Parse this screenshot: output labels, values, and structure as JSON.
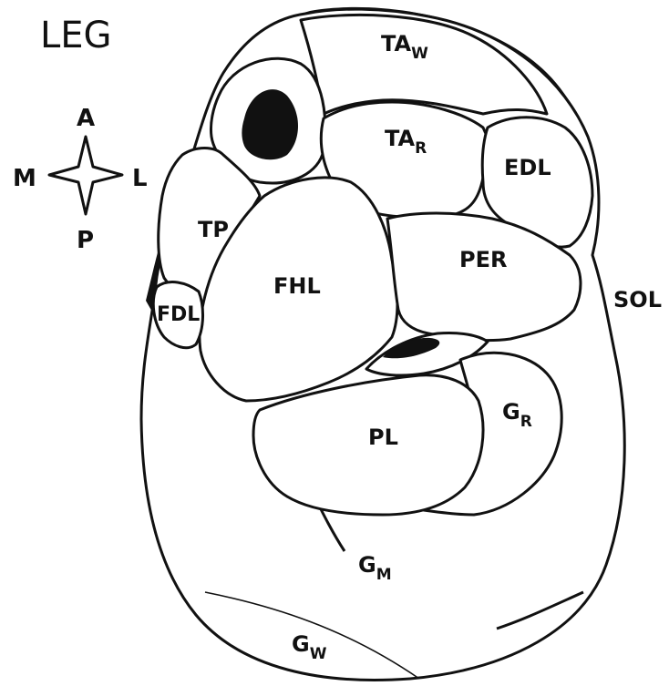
{
  "title": "LEG",
  "compass": {
    "anterior": "A",
    "posterior": "P",
    "medial": "M",
    "lateral": "L"
  },
  "muscles": {
    "ta_w": {
      "main": "TA",
      "sub": "W"
    },
    "ta_r": {
      "main": "TA",
      "sub": "R"
    },
    "edl": "EDL",
    "tp": "TP",
    "fhl": "FHL",
    "per": "PER",
    "fdl": "FDL",
    "sol": "SOL",
    "pl": "PL",
    "g_r": {
      "main": "G",
      "sub": "R"
    },
    "g_m": {
      "main": "G",
      "sub": "M"
    },
    "g_w": {
      "main": "G",
      "sub": "W"
    }
  },
  "colors": {
    "ink": "#111111",
    "background": "#ffffff"
  }
}
